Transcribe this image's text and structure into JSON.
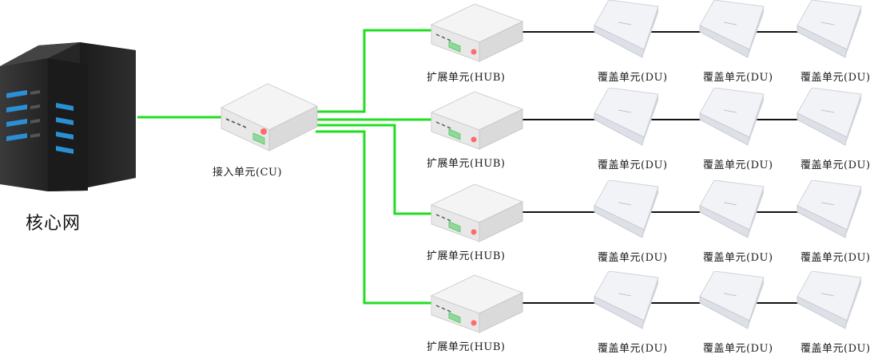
{
  "diagram": {
    "core_label": "核心网",
    "cu_label": "接入单元(CU)",
    "hubs": [
      {
        "label": "扩展单元(HUB)",
        "dus": [
          "覆盖单元(DU)",
          "覆盖单元(DU)",
          "覆盖单元(DU)"
        ]
      },
      {
        "label": "扩展单元(HUB)",
        "dus": [
          "覆盖单元(DU)",
          "覆盖单元(DU)",
          "覆盖单元(DU)"
        ]
      },
      {
        "label": "扩展单元(HUB)",
        "dus": [
          "覆盖单元(DU)",
          "覆盖单元(DU)",
          "覆盖单元(DU)"
        ]
      },
      {
        "label": "扩展单元(HUB)",
        "dus": [
          "覆盖单元(DU)",
          "覆盖单元(DU)",
          "覆盖单元(DU)"
        ]
      }
    ],
    "colors": {
      "fiber_link": "#22dd22",
      "cable_link": "#111111"
    }
  }
}
